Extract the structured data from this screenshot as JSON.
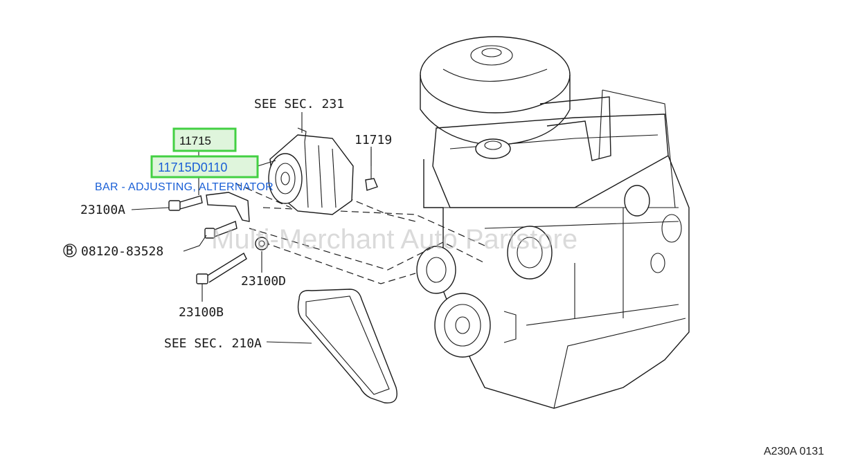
{
  "labels": {
    "see_sec_231": "SEE SEC. 231",
    "part_11719": "11719",
    "part_23100A": "23100A",
    "bolt_prefix": "B",
    "part_08120_83528": "08120-83528",
    "part_23100D": "23100D",
    "part_23100B": "23100B",
    "see_sec_210A": "SEE SEC. 210A"
  },
  "highlight": {
    "part_number": "11715",
    "oem_number": "11715D0110",
    "description": "BAR - ADJUSTING, ALTERNATOR",
    "box_color": "#43d043",
    "text_color": "#1a5fd6"
  },
  "watermark": "Multi-Merchant Auto Partstore",
  "diagram_code": "A230A 0131"
}
